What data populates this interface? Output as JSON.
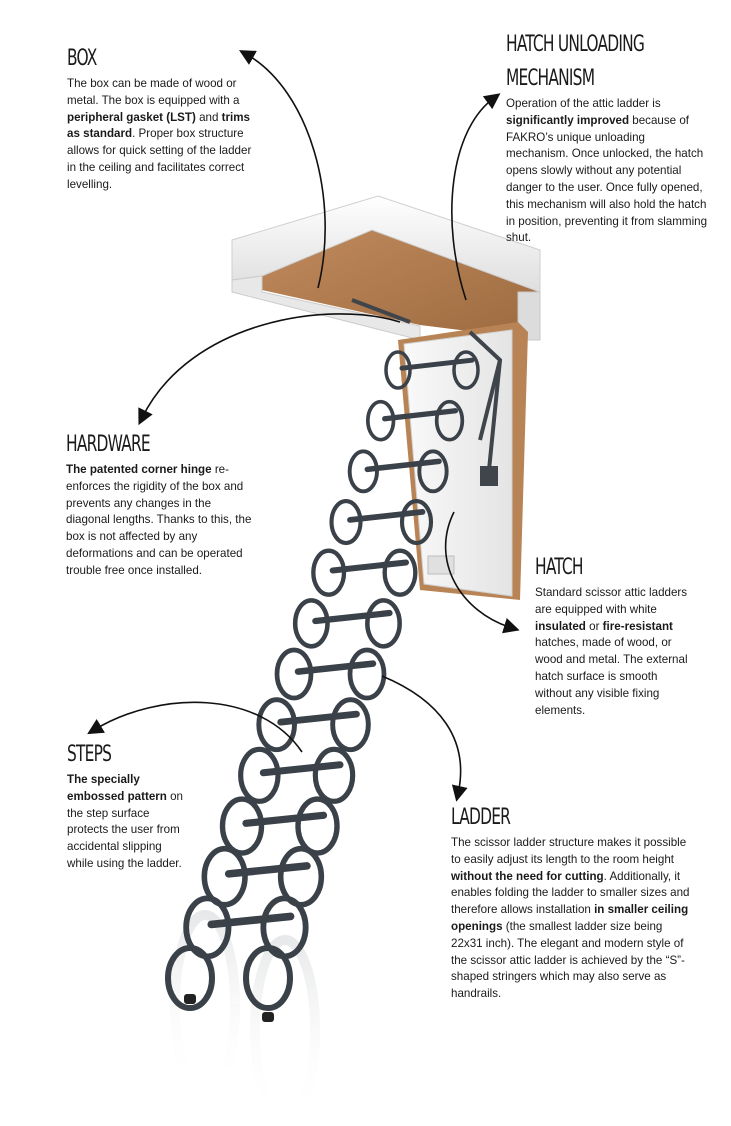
{
  "callouts": {
    "box": {
      "title": "BOX",
      "parts": [
        {
          "t": "The box can be made of wood or metal. The box is equipped with a "
        },
        {
          "t": "peripheral gasket (LST)",
          "b": true
        },
        {
          "t": " and "
        },
        {
          "t": "trims as standard",
          "b": true
        },
        {
          "t": ". Proper box structure allows for quick setting of the ladder in the ceiling and facilitates correct levelling."
        }
      ]
    },
    "hatch_unloading": {
      "title_line1": "HATCH UNLOADING",
      "title_line2": "MECHANISM",
      "parts": [
        {
          "t": "Operation of the attic ladder is "
        },
        {
          "t": "significantly improved",
          "b": true
        },
        {
          "t": " because of FAKRO’s unique unloading mechanism. Once unlocked, the hatch opens slowly without any potential danger to the user. Once fully opened, this mechanism will also hold the hatch in position, preventing it from slamming shut."
        }
      ]
    },
    "hardware": {
      "title": "HARDWARE",
      "parts": [
        {
          "t": "The patented corner hinge",
          "b": true
        },
        {
          "t": " re-enforces the rigidity of the box and prevents any changes in the diagonal lengths. Thanks to this, the box is not affected by any deformations and can be operated trouble free once installed."
        }
      ]
    },
    "hatch": {
      "title": "HATCH",
      "parts": [
        {
          "t": "Standard scissor attic ladders are equipped with white "
        },
        {
          "t": "insulated",
          "b": true
        },
        {
          "t": " or "
        },
        {
          "t": "fire-resistant",
          "b": true
        },
        {
          "t": " hatches, made of wood, or wood and metal. The external hatch surface is smooth without any visible fixing elements."
        }
      ]
    },
    "steps": {
      "title": "STEPS",
      "parts": [
        {
          "t": "The specially embossed pattern",
          "b": true
        },
        {
          "t": " on the step surface protects the user from accidental slipping while using the ladder."
        }
      ]
    },
    "ladder": {
      "title": "LADDER",
      "parts": [
        {
          "t": "The scissor ladder structure makes it possible to easily adjust its length to the room height "
        },
        {
          "t": "without the need for cutting",
          "b": true
        },
        {
          "t": ". Additionally, it enables folding the ladder to smaller sizes and therefore allows installation "
        },
        {
          "t": "in smaller ceiling openings",
          "b": true
        },
        {
          "t": " (the smallest ladder size being 22x31 inch). The elegant and modern style of the scissor attic ladder is achieved by the “S”-shaped stringers which may also serve as handrails."
        }
      ]
    }
  },
  "colors": {
    "ink": "#1a1a1a",
    "ladder_metal": "#3a4148",
    "box_wood": "#b07a4e",
    "box_white": "#f2f2f2",
    "hatch_white": "#f7f7f7"
  }
}
